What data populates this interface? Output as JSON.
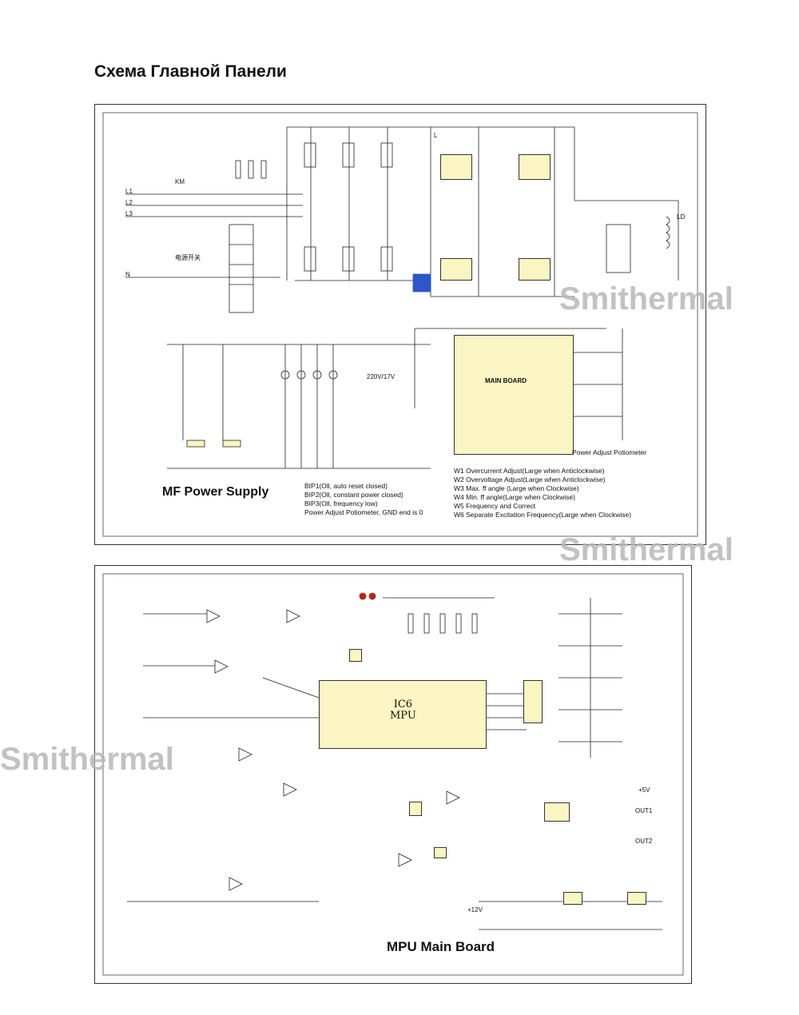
{
  "page": {
    "title": "Схема Главной Панели",
    "watermarks": [
      "Smithermal",
      "Smithermal",
      "Smithermal"
    ]
  },
  "top_panel": {
    "heading": "MF Power Supply",
    "main_board_label": "MAIN BOARD",
    "pot_label": "Power Adjust Potiometer",
    "notes_left": [
      "BIP1(Oll, auto reset closed)",
      "BIP2(Oll, constant power closed)",
      "BIP3(Oll, frequency low)",
      "Power Adjust Potiometer, GND end is 0"
    ],
    "notes_right": [
      "W1 Overcurrent Adjust(Large when Anticlockwise)",
      "W2 Overvoltage Adjust(Large when Anticlockwise)",
      "W3 Max. ff angle (Large when Clockwise)",
      "W4 Min. ff angle(Large when Clockwise)",
      "W5 Frequency and Correct",
      "W6 Separate Excitation Frequency(Large when Clockwise)"
    ],
    "small_labels": {
      "km": "KM",
      "l": "L",
      "l1": "L1",
      "l2": "L2",
      "l3": "L3",
      "n": "N",
      "ctrl": "电源开关",
      "tr": "220V/17V",
      "ld": "LD"
    }
  },
  "bottom_panel": {
    "heading": "MPU Main Board",
    "ic6_line1": "IC6",
    "ic6_line2": "MPU",
    "small_labels": {
      "out1": "OUT1",
      "out2": "OUT2",
      "v5": "+5V",
      "v12": "+12V"
    }
  },
  "colors": {
    "chip_fill": "#fbf5c3",
    "capacitor_blue": "#2d56c9",
    "led_red": "#b3241a",
    "line": "#222222"
  }
}
